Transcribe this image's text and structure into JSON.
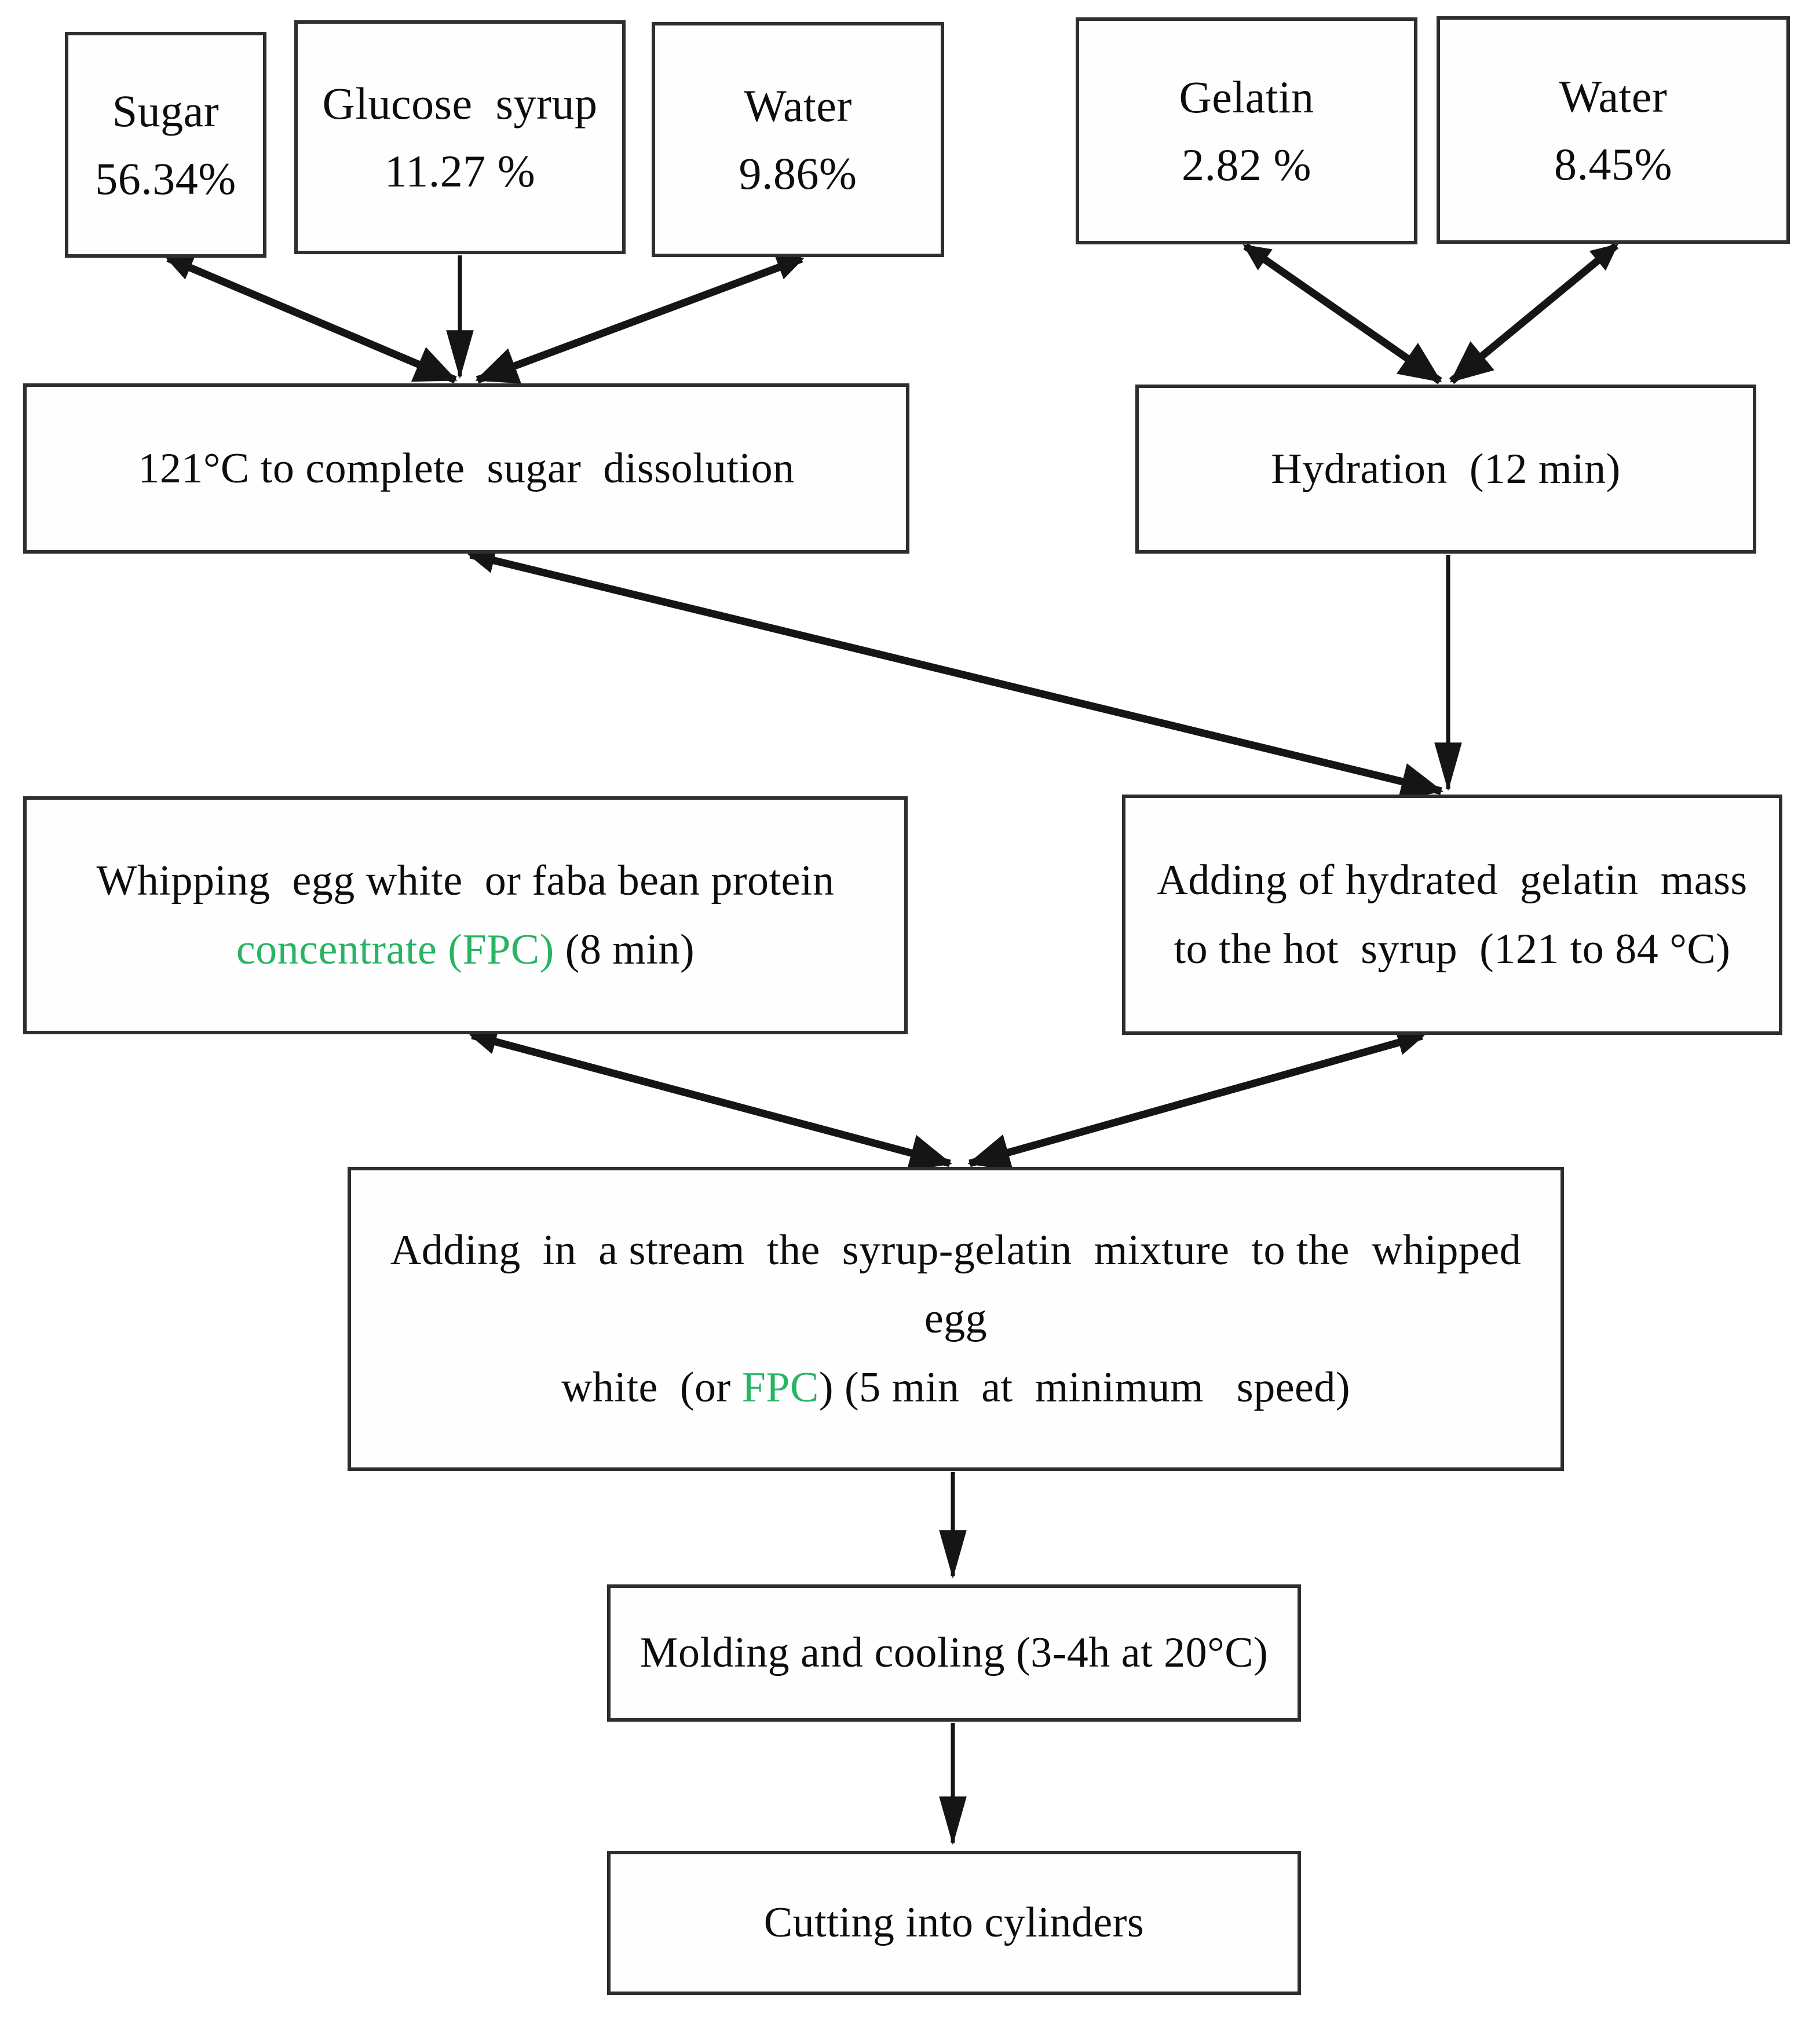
{
  "colors": {
    "fpc_green": "#28b464",
    "line_black": "#151515",
    "border_dark": "#2e2e2e"
  },
  "nodes": {
    "sugar": {
      "line1": "Sugar",
      "line2": "56.34%"
    },
    "glucose": {
      "line1": "Glucose  syrup",
      "line2": "11.27 %"
    },
    "water1": {
      "line1": "Water",
      "line2": "9.86%"
    },
    "gelatin": {
      "line1": "Gelatin",
      "line2": "2.82 %"
    },
    "water2": {
      "line1": "Water",
      "line2": "8.45%"
    },
    "dissolution": {
      "line1": "121°C to complete  sugar  dissolution"
    },
    "hydration": {
      "line1": "Hydration  (12 min)"
    },
    "whipping": {
      "line1": "Whipping  egg white  or faba bean protein",
      "line2_green": "concentrate (FPC)",
      "line2_rest": " (8 min)"
    },
    "adding_gelatin": {
      "line1": "Adding of hydrated  gelatin  mass",
      "line2": "to the hot  syrup  (121 to 84 °C)"
    },
    "mixing": {
      "line1": "Adding  in  a stream  the  syrup-gelatin  mixture  to the  whipped  egg",
      "line2_pre": "white  (or ",
      "line2_green": "FPC",
      "line2_post": ") (5 min  at  minimum   speed)"
    },
    "molding": {
      "line1": "Molding and cooling (3-4h at 20°C)"
    },
    "cutting": {
      "line1": "Cutting into cylinders"
    }
  }
}
